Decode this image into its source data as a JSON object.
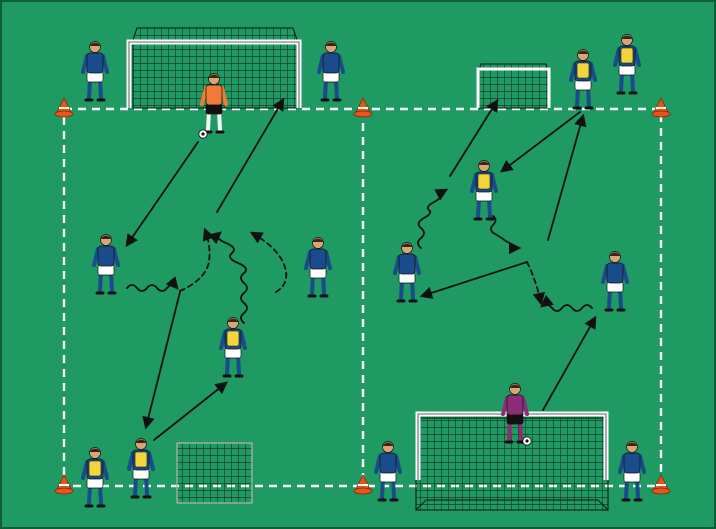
{
  "pitch": {
    "color": "#1f9a63",
    "border_color": "#0f5e3a",
    "line_color": "#ffffff"
  },
  "kit": {
    "team_blue_shirt": "#1a4b8c",
    "team_blue_shorts": "#ffffff",
    "bib_yellow": "#f2d43b",
    "keeper_orange": "#f07a3a",
    "keeper_purple": "#8b2d78",
    "cone_orange": "#e8541c"
  },
  "icons": {
    "player": "person-figure",
    "cone": "training-cone",
    "goal": "goal-net",
    "ball": "soccer-ball",
    "pass": "straight-arrow",
    "dribble": "wavy-arrow",
    "run": "dashed-arrow"
  }
}
